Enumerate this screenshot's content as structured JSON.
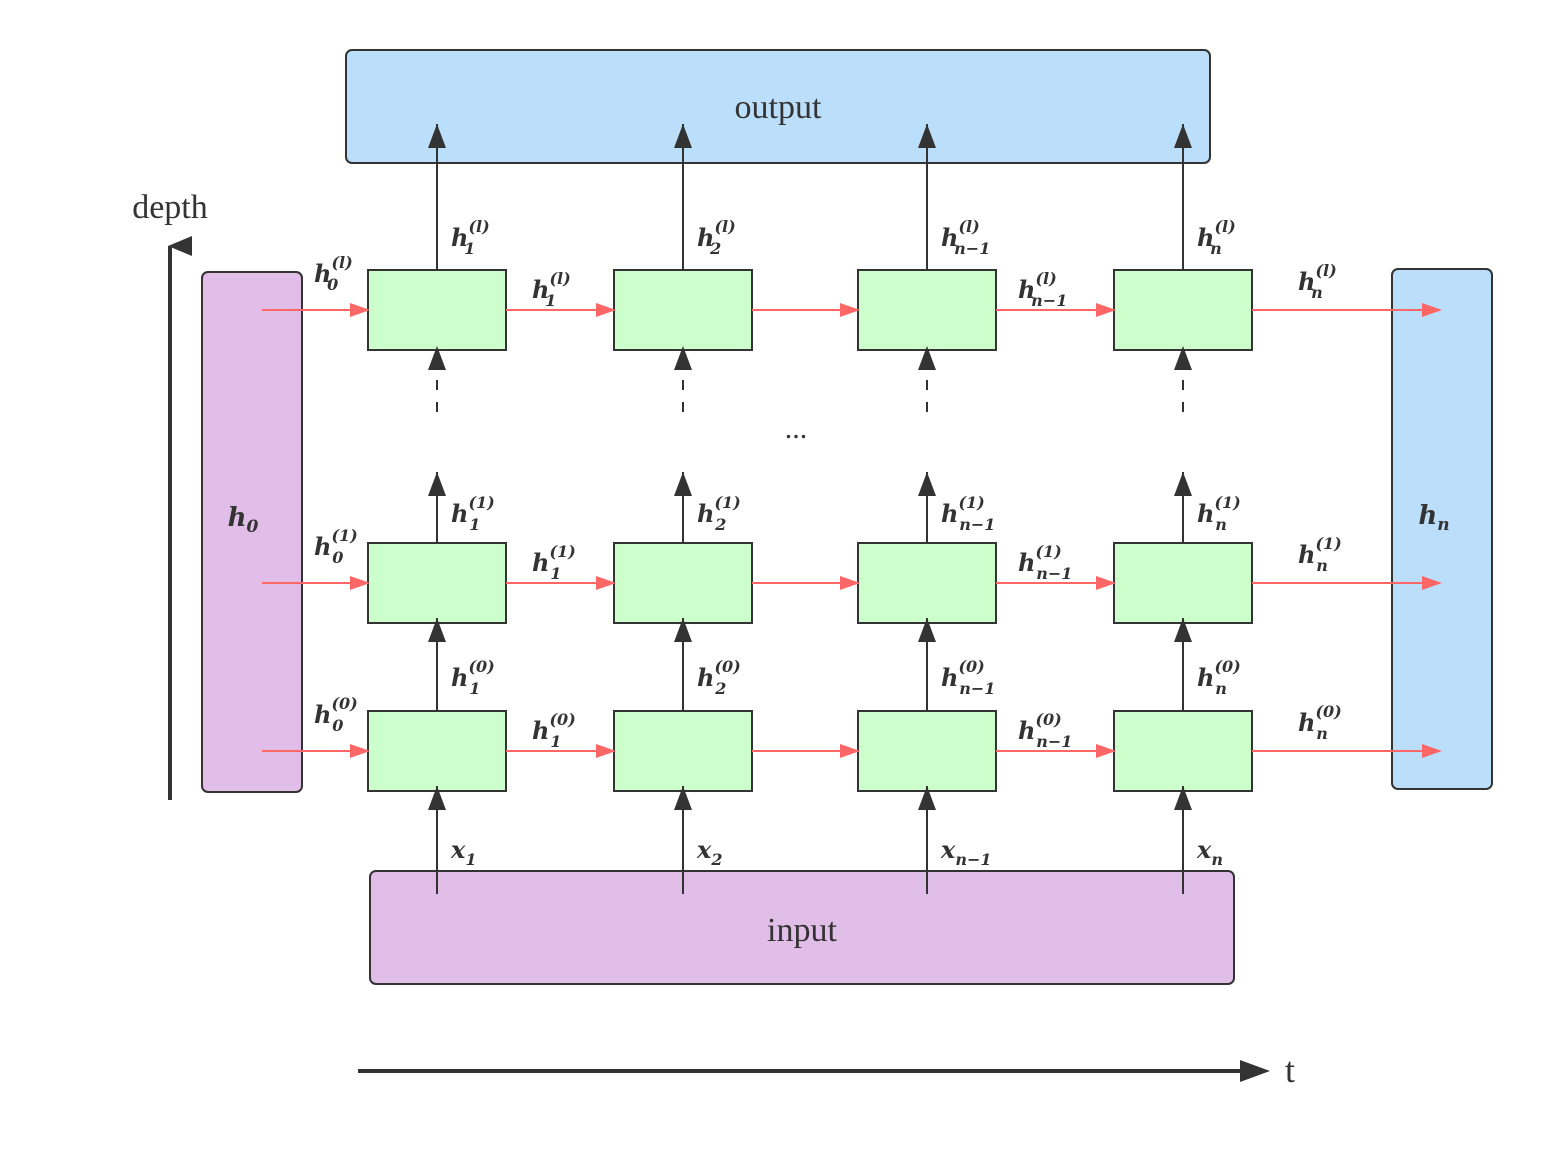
{
  "colors": {
    "purple_fill": "#e1bee7",
    "blue_fill": "#bbdefb",
    "cell_fill": "#ccffcc",
    "border": "#333333",
    "red_arrow": "#ff6666",
    "black_arrow": "#333333"
  },
  "boxes": {
    "output": "output",
    "input": "input",
    "h0": "h",
    "h0_sub": "0",
    "hn": "h",
    "hn_sub": "n"
  },
  "axes": {
    "depth": "depth",
    "time": "t"
  },
  "ellipsis": "...",
  "columns": [
    {
      "sub": "1"
    },
    {
      "sub": "2"
    },
    {
      "sub": "n−1"
    },
    {
      "sub": "n"
    }
  ],
  "inputs": [
    {
      "base": "x",
      "sub": "1"
    },
    {
      "base": "x",
      "sub": "2"
    },
    {
      "base": "x",
      "sub": "n−1"
    },
    {
      "base": "x",
      "sub": "n"
    }
  ],
  "layers": [
    {
      "sup": "(l)"
    },
    {
      "sup": "(1)"
    },
    {
      "sup": "(0)"
    }
  ],
  "initial_state": {
    "base": "h",
    "sub": "0"
  },
  "horizontal_labels": [
    {
      "sub": "1"
    },
    {
      "sub": "n−1"
    }
  ],
  "final_state": {
    "base": "h",
    "sub": "n"
  }
}
